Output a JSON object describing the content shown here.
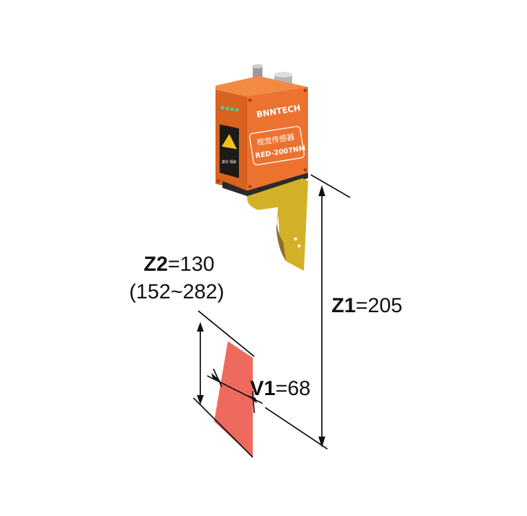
{
  "device": {
    "brand": "BNNTECH",
    "label_cn": "视觉传感器",
    "model": "RED-2007NM",
    "warning_text": "激光 辐射"
  },
  "dimensions": {
    "z2": {
      "key": "Z2",
      "value": "=130",
      "range": "(152~282)"
    },
    "z1": {
      "key": "Z1",
      "value": "=205"
    },
    "v1": {
      "key": "V1",
      "value": "=68"
    }
  },
  "colors": {
    "housing": "#e8702a",
    "housing_dark": "#c85c1e",
    "bracket": "#d4b52a",
    "beam": "#ee6a5e",
    "led": "#3fd39a"
  }
}
